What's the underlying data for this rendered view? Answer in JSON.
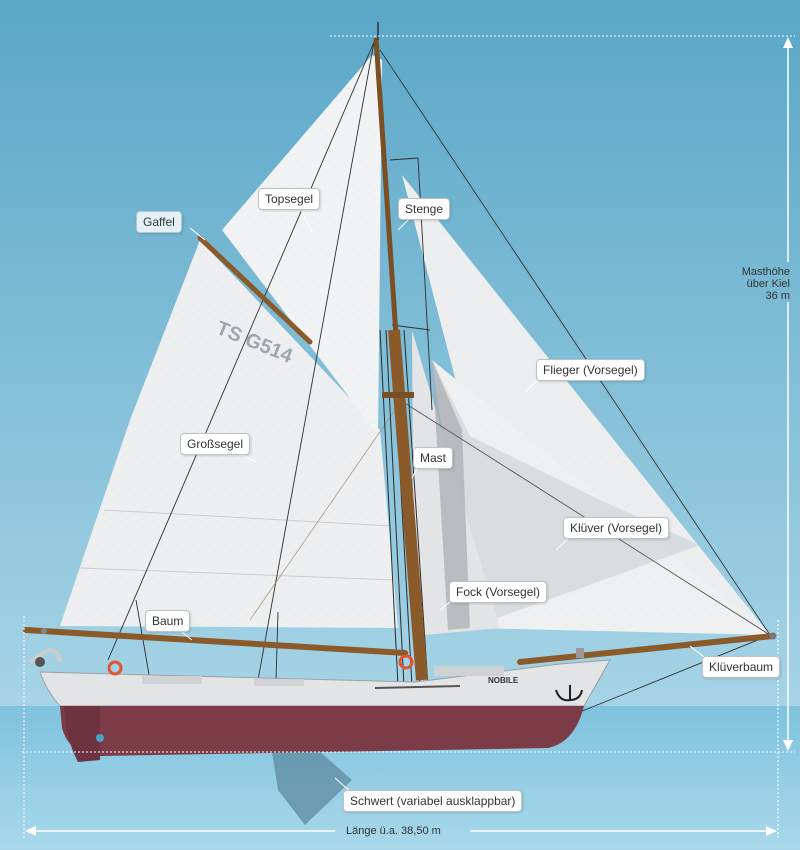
{
  "labels": {
    "gaffel": "Gaffel",
    "topsegel": "Topsegel",
    "stenge": "Stenge",
    "flieger": "Flieger (Vorsegel)",
    "grosssegel": "Großsegel",
    "mast": "Mast",
    "kluever": "Klüver (Vorsegel)",
    "fock": "Fock (Vorsegel)",
    "baum": "Baum",
    "klueverbaum": "Klüverbaum",
    "schwert": "Schwert (variabel ausklappbar)"
  },
  "dimensions": {
    "height_line1": "Masthöhe",
    "height_line2": "über Kiel",
    "height_line3": "36 m",
    "length": "Länge ü.a. 38,50 m"
  },
  "boat": {
    "sail_number": "TS G514",
    "name": "NOBILE"
  },
  "colors": {
    "sky_top": "#5ba9c9",
    "sky_bottom": "#a9d5e6",
    "water": "#8fcbe2",
    "sail": "#eff0f1",
    "spar": "#8b5a2b",
    "hull_top": "#e6e6e6",
    "hull_bottom": "#7a3a46"
  }
}
